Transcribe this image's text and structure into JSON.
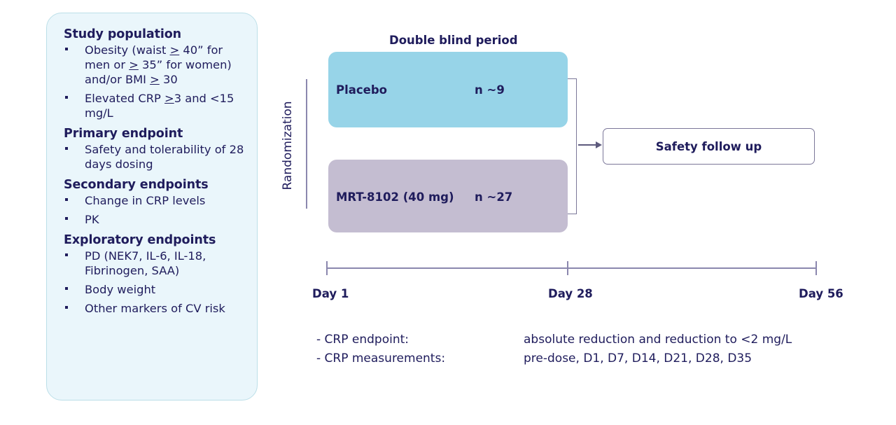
{
  "study_panel": {
    "sections": [
      {
        "heading": "Study population",
        "items": [
          "Obesity (waist ≥ 40” for men or ≥ 35” for women) and/or BMI ≥ 30",
          "Elevated CRP ≥3 and <15 mg/L"
        ]
      },
      {
        "heading": "Primary endpoint",
        "items": [
          "Safety and tolerability of 28 days dosing"
        ]
      },
      {
        "heading": "Secondary endpoints",
        "items": [
          "Change in CRP levels",
          "PK"
        ]
      },
      {
        "heading": "Exploratory endpoints",
        "items": [
          "PD (NEK7, IL-6, IL-18, Fibrinogen, SAA)",
          "Body weight",
          "Other markers of CV risk"
        ]
      }
    ]
  },
  "diagram": {
    "double_blind_title": "Double blind period",
    "randomization_label": "Randomization",
    "arms": [
      {
        "name": "Placebo",
        "n": "n ~9",
        "color": "#97d4e8"
      },
      {
        "name": "MRT-8102 (40 mg)",
        "n": "n ~27",
        "color": "#c4bdd1"
      }
    ],
    "safety_followup_label": "Safety follow up"
  },
  "timeline": {
    "ticks": [
      {
        "label": "Day 1",
        "day": 1
      },
      {
        "label": "Day 28",
        "day": 28
      },
      {
        "label": "Day 56",
        "day": 56
      }
    ]
  },
  "crp_notes": [
    {
      "key": "- CRP endpoint:",
      "value": "absolute reduction and reduction to <2 mg/L"
    },
    {
      "key": "- CRP measurements:",
      "value": "pre-dose, D1, D7, D14, D21, D28, D35"
    }
  ]
}
